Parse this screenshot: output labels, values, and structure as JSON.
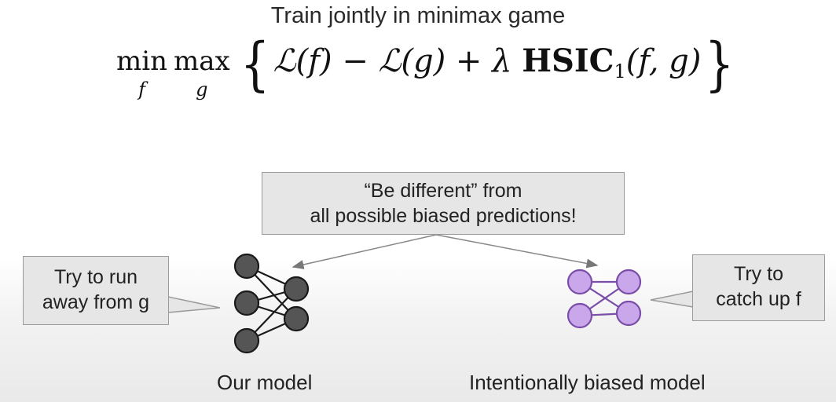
{
  "title": "Train jointly in minimax game",
  "formula": {
    "min_word": "min",
    "min_sub": "f",
    "max_word": "max",
    "max_sub": "g",
    "open_brace": "{",
    "close_brace": "}",
    "term1": "ℒ(f) − ℒ(g) + λ ",
    "hsic": "HSIC",
    "hsic_sub": "1",
    "args": "(f, g)"
  },
  "callouts": {
    "center_line1": "“Be different” from",
    "center_line2": "all possible biased predictions!",
    "left_line1": "Try to run",
    "left_line2": "away from g",
    "right_line1": "Try to",
    "right_line2": "catch up f"
  },
  "labels": {
    "our_model": "Our model",
    "biased_model": "Intentionally biased model"
  },
  "colors": {
    "our_model_node": "#555555",
    "biased_model_node": "#c9a7ea",
    "biased_model_stroke": "#7a4ea8",
    "callout_fill": "#e6e6e6"
  }
}
